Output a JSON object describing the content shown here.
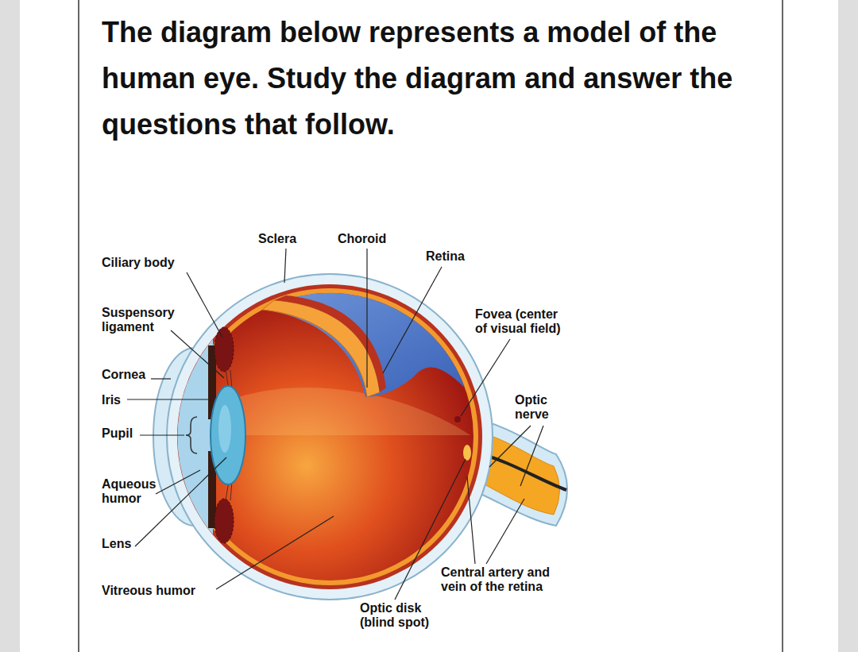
{
  "diagram": {
    "title": "The diagram below represents a model of the human eye. Study the diagram and answer the questions that follow.",
    "labels": [
      "Sclera",
      "Choroid",
      "Ciliary body",
      "Retina",
      "Suspensory ligament",
      "Fovea (center of visual field)",
      "Cornea",
      "Iris",
      "Optic nerve",
      "Pupil",
      "Aqueous humor",
      "Lens",
      "Central artery and vein of the retina",
      "Vitreous humor",
      "Optic disk (blind spot)"
    ]
  }
}
